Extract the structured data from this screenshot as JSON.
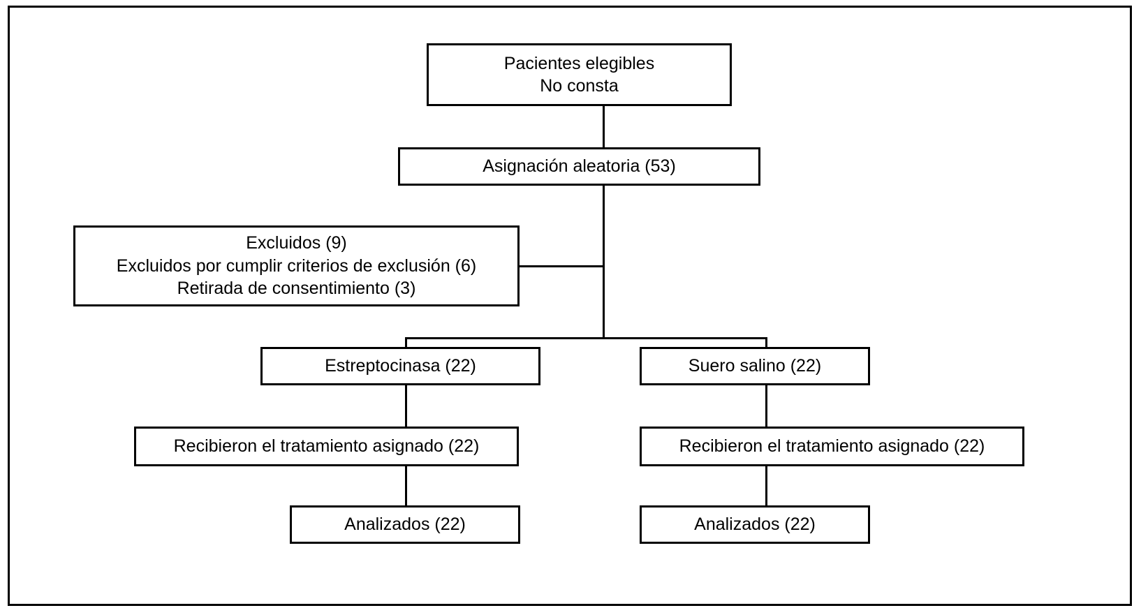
{
  "diagram": {
    "type": "consort-flow-diagram",
    "language": "es",
    "line_color": "#000000",
    "background_color": "#ffffff",
    "nodes": {
      "eligible": {
        "lines": [
          "Pacientes elegibles",
          "No consta"
        ]
      },
      "randomized": {
        "lines": [
          "Asignación aleatoria (53)"
        ],
        "count": 53
      },
      "excluded": {
        "lines": [
          "Excluidos (9)",
          "Excluidos por cumplir criterios de exclusión (6)",
          "Retirada de consentimiento (3)"
        ],
        "total": 9,
        "met_exclusion_criteria": 6,
        "consent_withdrawn": 3
      },
      "arm_left_allocation": {
        "lines": [
          "Estreptocinasa (22)"
        ],
        "count": 22
      },
      "arm_right_allocation": {
        "lines": [
          "Suero salino (22)"
        ],
        "count": 22
      },
      "arm_left_received": {
        "lines": [
          "Recibieron el tratamiento asignado (22)"
        ],
        "count": 22
      },
      "arm_right_received": {
        "lines": [
          "Recibieron el tratamiento asignado (22)"
        ],
        "count": 22
      },
      "arm_left_analyzed": {
        "lines": [
          "Analizados (22)"
        ],
        "count": 22
      },
      "arm_right_analyzed": {
        "lines": [
          "Analizados (22)"
        ],
        "count": 22
      }
    }
  }
}
